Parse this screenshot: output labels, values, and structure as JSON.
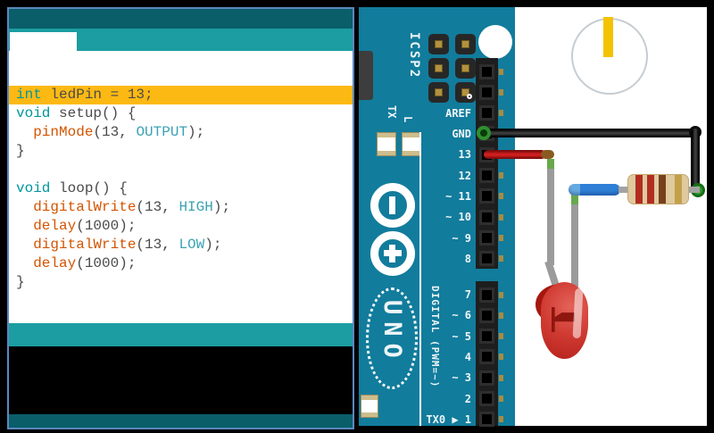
{
  "ide": {
    "highlight_color": "#FDB913",
    "syntax_colors": {
      "keyword": "#00979C",
      "function": "#D35400",
      "constant": "#3BA2B4",
      "plain": "#4A4A4A"
    },
    "code_lines": [
      {
        "hl": true,
        "tokens": [
          {
            "t": "int",
            "k": "kw"
          },
          {
            "t": " ledPin = 13;",
            "k": "pl"
          }
        ]
      },
      {
        "hl": false,
        "tokens": [
          {
            "t": "void",
            "k": "kw"
          },
          {
            "t": " setup() {",
            "k": "pl"
          }
        ]
      },
      {
        "hl": false,
        "tokens": [
          {
            "t": "  ",
            "k": "pl"
          },
          {
            "t": "pinMode",
            "k": "fn"
          },
          {
            "t": "(13, ",
            "k": "pl"
          },
          {
            "t": "OUTPUT",
            "k": "ct"
          },
          {
            "t": ");",
            "k": "pl"
          }
        ]
      },
      {
        "hl": false,
        "tokens": [
          {
            "t": "}",
            "k": "pl"
          }
        ]
      },
      {
        "hl": false,
        "tokens": []
      },
      {
        "hl": false,
        "tokens": [
          {
            "t": "void",
            "k": "kw"
          },
          {
            "t": " loop() {",
            "k": "pl"
          }
        ]
      },
      {
        "hl": false,
        "tokens": [
          {
            "t": "  ",
            "k": "pl"
          },
          {
            "t": "digitalWrite",
            "k": "fn"
          },
          {
            "t": "(13, ",
            "k": "pl"
          },
          {
            "t": "HIGH",
            "k": "ct"
          },
          {
            "t": ");",
            "k": "pl"
          }
        ]
      },
      {
        "hl": false,
        "tokens": [
          {
            "t": "  ",
            "k": "pl"
          },
          {
            "t": "delay",
            "k": "fn"
          },
          {
            "t": "(1000);",
            "k": "pl"
          }
        ]
      },
      {
        "hl": false,
        "tokens": [
          {
            "t": "  ",
            "k": "pl"
          },
          {
            "t": "digitalWrite",
            "k": "fn"
          },
          {
            "t": "(13, ",
            "k": "pl"
          },
          {
            "t": "LOW",
            "k": "ct"
          },
          {
            "t": ");",
            "k": "pl"
          }
        ]
      },
      {
        "hl": false,
        "tokens": [
          {
            "t": "  ",
            "k": "pl"
          },
          {
            "t": "delay",
            "k": "fn"
          },
          {
            "t": "(1000);",
            "k": "pl"
          }
        ]
      },
      {
        "hl": false,
        "tokens": [
          {
            "t": "}",
            "k": "pl"
          }
        ]
      }
    ]
  },
  "board": {
    "color": "#127C9C",
    "icsp_label": "ICSP2",
    "tx_label": "TX",
    "l_label": "L",
    "uno_label": "UNO",
    "digital_label": "DIGITAL (PWM=~)",
    "strip1_labels": [
      "",
      "",
      "AREF",
      "GND",
      "13",
      "12",
      "~ 11",
      "~ 10",
      "~ 9",
      "8"
    ],
    "strip2_labels": [
      "7",
      "~ 6",
      "~ 5",
      "4",
      "~ 3",
      "2",
      "TX0 ▶ 1"
    ]
  },
  "circuit": {
    "gnd_wire_color": "#1a1a1a",
    "pin13_wire_color": "#d11f1f",
    "signal_wire_color": "#2e7fd6",
    "led_color": "#cf3a31",
    "resistor_band_colors": [
      "#b22d20",
      "#b22d20",
      "#77401d",
      "#c3a14b"
    ],
    "dial_pointer_color": "#f3c301"
  }
}
